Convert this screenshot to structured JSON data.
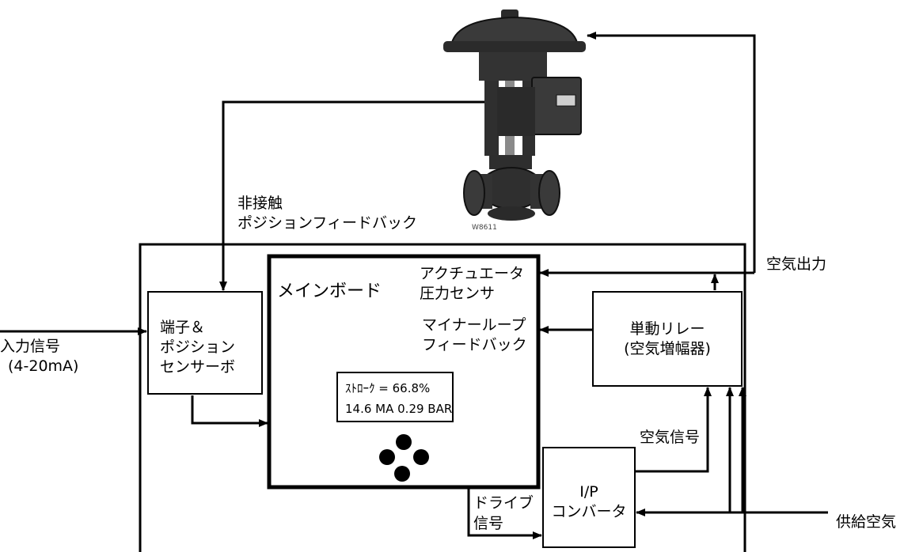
{
  "valve": {
    "figure_code": "W8611"
  },
  "labels": {
    "noncontact_feedback": [
      "非接触",
      "ポジションフィードバック"
    ],
    "air_output": "空気出力",
    "input_signal": [
      "入力信号",
      "(4-20mA)"
    ],
    "supply_air": "供給空気",
    "air_signal": "空気信号",
    "drive_signal": [
      "ドライブ",
      "信号"
    ]
  },
  "blocks": {
    "terminal": [
      "端子＆",
      "ポジション",
      "センサーボ"
    ],
    "main_board": "メインボード",
    "actuator_sensor": [
      "アクチュエータ",
      "圧力センサ"
    ],
    "minor_loop": [
      "マイナーループ",
      "フィードバック"
    ],
    "relay": [
      "単動リレー",
      "(空気増幅器)"
    ],
    "ip_converter": [
      "I/P",
      "コンバータ"
    ]
  },
  "display": {
    "line1": "ｽﾄﾛｰｸ = 66.8%",
    "line2": "14.6 MA 0.29 BAR"
  },
  "colors": {
    "line": "#000000",
    "valve_body": "#3a3a3a",
    "valve_dark": "#1e1e1e"
  }
}
